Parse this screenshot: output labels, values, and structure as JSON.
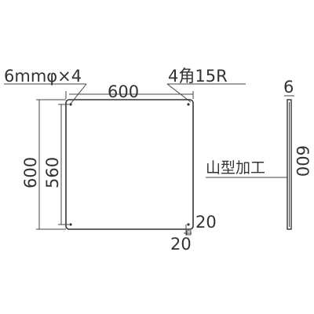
{
  "diagram": {
    "hole_note": "6mmφ×4",
    "corner_note": "4角15R",
    "width_dim": "600",
    "height_dim": "600",
    "inner_height_dim": "560",
    "thickness_dim": "6",
    "side_height_dim": "600",
    "edge_process_note": "山型加工",
    "hole_offset_x": "20",
    "hole_offset_y": "20"
  },
  "colors": {
    "line": "#444444",
    "text": "#333333",
    "background": "#ffffff"
  }
}
